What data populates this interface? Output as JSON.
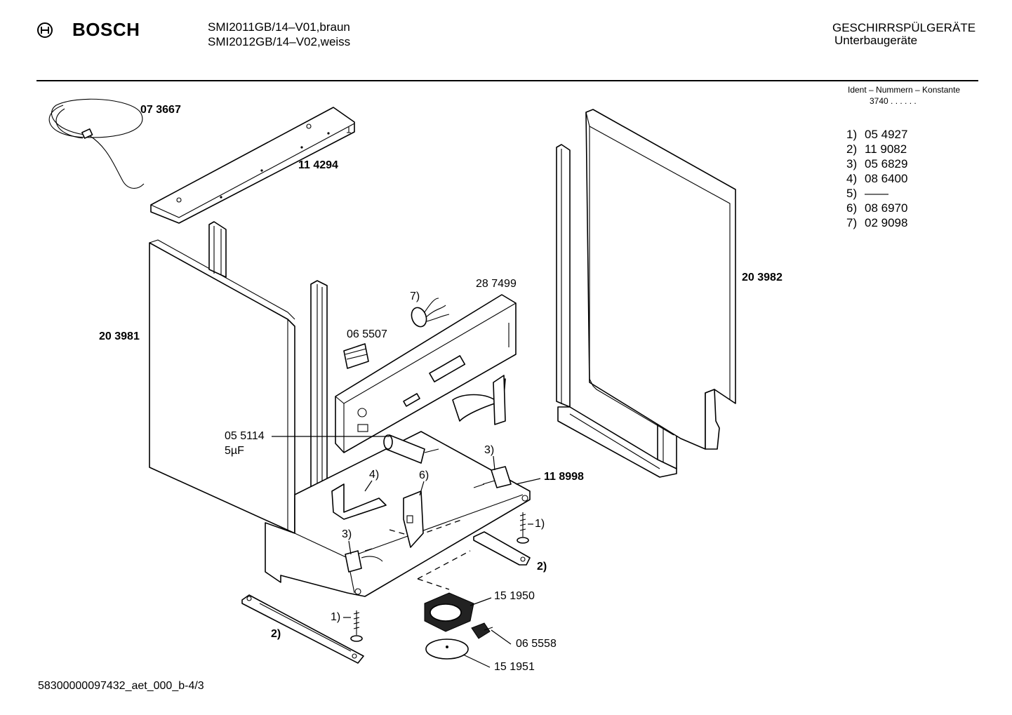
{
  "header": {
    "brand": "BOSCH",
    "models": [
      "SMI2011GB/14–V01,braun",
      "SMI2012GB/14–V02,weiss"
    ],
    "category": "GESCHIRRSPÜLGERÄTE",
    "subcategory": "Unterbaugeräte"
  },
  "ident": {
    "title": "Ident – Nummern – Konstante",
    "value": "3740 . .   . . . ."
  },
  "legend": [
    {
      "key": "1)",
      "value": "05 4927"
    },
    {
      "key": "2)",
      "value": "11 9082"
    },
    {
      "key": "3)",
      "value": "05 6829"
    },
    {
      "key": "4)",
      "value": "08 6400"
    },
    {
      "key": "5)",
      "value": "——"
    },
    {
      "key": "6)",
      "value": "08 6970"
    },
    {
      "key": "7)",
      "value": "02 9098"
    }
  ],
  "parts": {
    "cable": "07 3667",
    "top_strip": "11 4294",
    "left_panel": "20 3981",
    "right_panel": "20 3982",
    "control_panel": "28 7499",
    "switch": "06 5507",
    "capacitor": "05 5114",
    "capacitor_value": "5µF",
    "base": "11 8998",
    "pump": "15 1950",
    "connector": "06 5558",
    "cover_disc": "15 1951",
    "ref_1a": "1)",
    "ref_1b": "1)",
    "ref_2a": "2)",
    "ref_2b": "2)",
    "ref_3a": "3)",
    "ref_3b": "3)",
    "ref_4": "4)",
    "ref_6": "6)",
    "ref_7": "7)"
  },
  "footer": {
    "doc_id": "58300000097432_aet_000_b-4/3"
  }
}
